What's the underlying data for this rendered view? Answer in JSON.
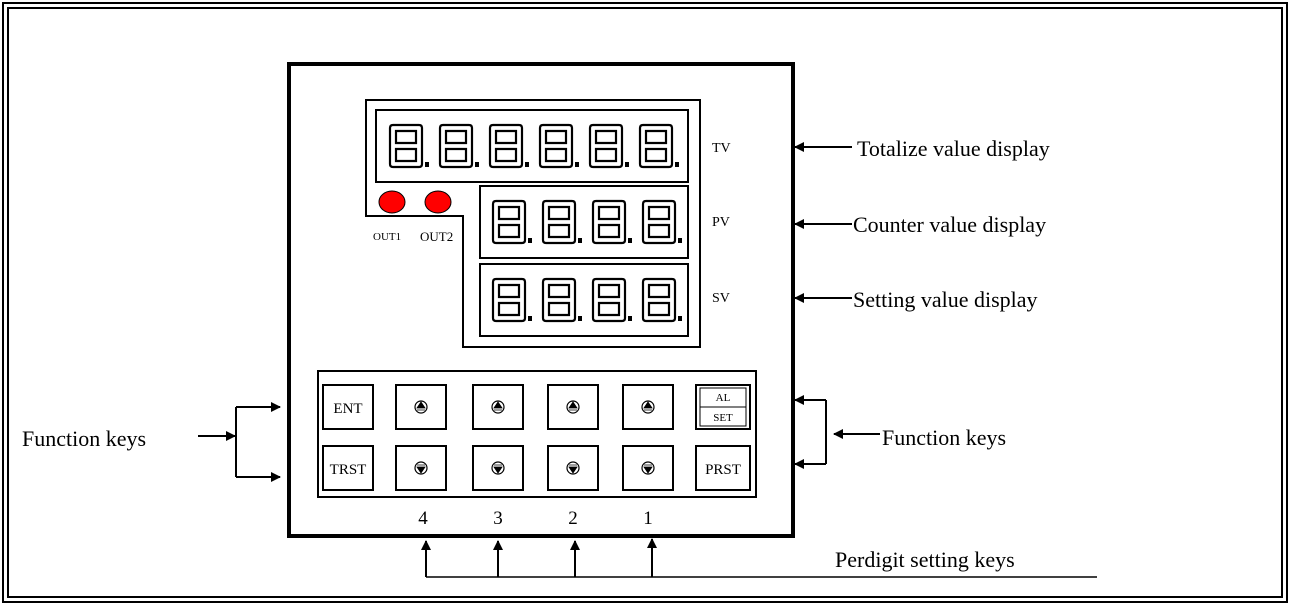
{
  "displays": {
    "tv": {
      "label": "TV",
      "description": "Totalize value display",
      "digits": 6
    },
    "pv": {
      "label": "PV",
      "description": "Counter value display",
      "digits": 4
    },
    "sv": {
      "label": "SV",
      "description": "Setting value display",
      "digits": 4
    }
  },
  "indicators": {
    "out1": "OUT1",
    "out2": "OUT2",
    "color": "#ff0000"
  },
  "keys": {
    "ent": "ENT",
    "trst": "TRST",
    "al_set_top": "AL",
    "al_set_bottom": "SET",
    "prst": "PRST"
  },
  "digit_numbers": [
    "4",
    "3",
    "2",
    "1"
  ],
  "annotations": {
    "function_keys_left": "Function keys",
    "function_keys_right": "Function keys",
    "perdigit_setting_keys": "Perdigit setting keys"
  }
}
